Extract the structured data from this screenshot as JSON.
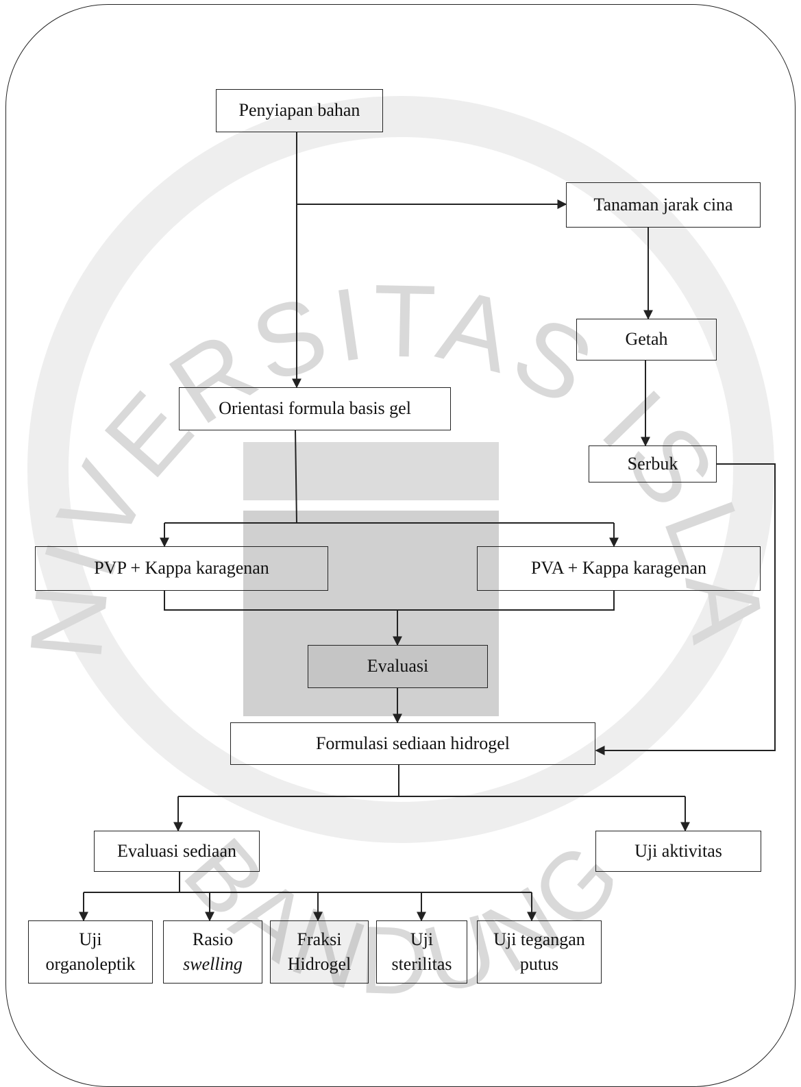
{
  "watermark": {
    "words": [
      "UNIVERSITAS ISLAM",
      "BANDUNG"
    ],
    "color": "#d7d7d7"
  },
  "nodes": {
    "penyiapan": "Penyiapan bahan",
    "tanaman": "Tanaman jarak cina",
    "getah": "Getah",
    "orientasi": "Orientasi formula basis gel",
    "serbuk": "Serbuk",
    "pvp": "PVP + Kappa karagenan",
    "pva": "PVA + Kappa karagenan",
    "evaluasi": "Evaluasi",
    "formulasi": "Formulasi sediaan hidrogel",
    "evaluasi_sediaan": "Evaluasi sediaan",
    "uji_aktivitas": "Uji aktivitas",
    "organoleptik": [
      "Uji",
      "organoleptik"
    ],
    "rasio": [
      "Rasio",
      "swelling"
    ],
    "fraksi": [
      "Fraksi",
      "Hidrogel"
    ],
    "sterilitas": [
      "Uji",
      "sterilitas"
    ],
    "tegangan": [
      "Uji tegangan",
      "putus"
    ]
  },
  "colors": {
    "line": "#222222",
    "text": "#111111"
  }
}
